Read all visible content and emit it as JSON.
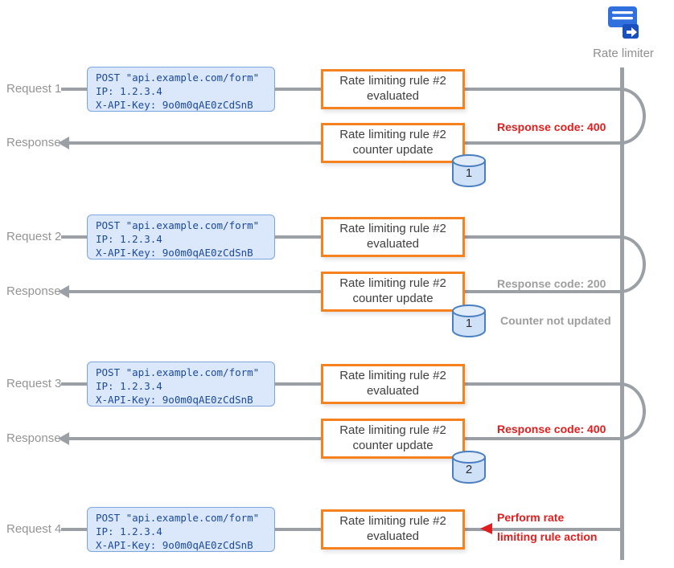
{
  "actor": {
    "name": "Rate limiter",
    "icon": "rate-limiter-icon"
  },
  "request_payload": {
    "method_line": "POST \"api.example.com/form\"",
    "ip_line": "IP: 1.2.3.4",
    "api_key_line": "X-API-Key: 9o0m0qAE0zCdSnB"
  },
  "rule_boxes": {
    "evaluated_line1": "Rate limiting rule #2",
    "evaluated_line2": "evaluated",
    "counter_line1": "Rate limiting rule #2",
    "counter_line2": "counter update"
  },
  "groups": [
    {
      "request_label": "Request 1",
      "response_label": "Response",
      "counter_value": "1",
      "response_annotation": "Response code: 400"
    },
    {
      "request_label": "Request 2",
      "response_label": "Response",
      "counter_value": "1",
      "response_annotation": "Response code: 200",
      "counter_note": "Counter not updated"
    },
    {
      "request_label": "Request 3",
      "response_label": "Response",
      "counter_value": "2",
      "response_annotation": "Response code: 400"
    },
    {
      "request_label": "Request 4",
      "action_line1": "Perform rate",
      "action_line2": "limiting rule action"
    }
  ],
  "colors": {
    "rule_box_border": "#f6821f",
    "payload_bg": "#dbe7fb",
    "payload_border": "#7fa3dd",
    "payload_text": "#1b4a9e",
    "line_gray": "#9aa0a6",
    "annotation_red": "#e01e1e",
    "annotation_gray": "#9e9e9e",
    "db_fill": "#cfe1f7",
    "db_stroke": "#4a7fc1",
    "icon_blue": "#2f6fde"
  }
}
